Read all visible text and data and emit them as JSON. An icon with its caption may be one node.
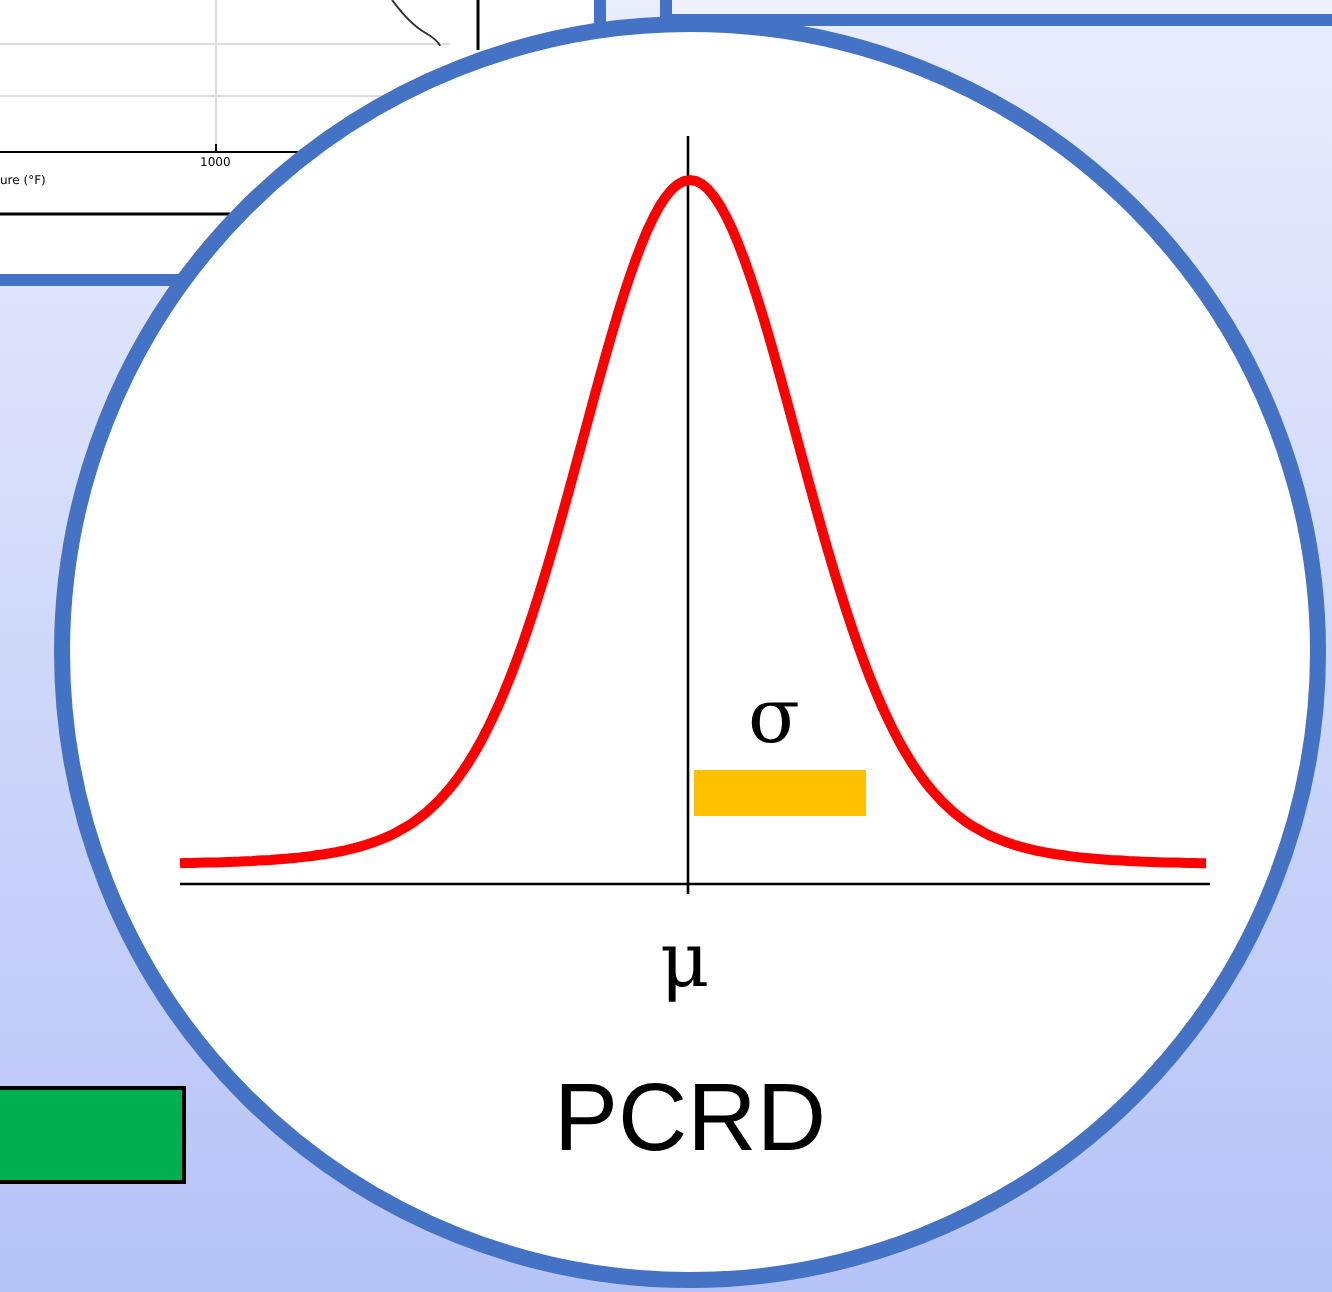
{
  "diagram": {
    "nodes": [
      {
        "text": [
          "PCRD"
        ]
      },
      {
        "text": [],
        "shape": "box"
      }
    ],
    "labels": [
      "1000",
      "ure (°F)",
      "σ",
      "μ"
    ]
  }
}
